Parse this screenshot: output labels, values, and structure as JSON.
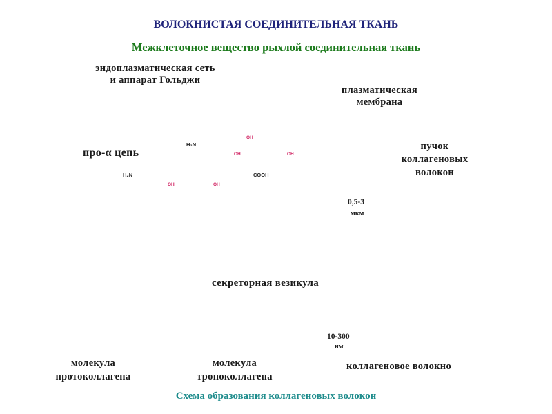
{
  "title": "ВОЛОКНИСТАЯ СОЕДИНИТЕЛЬНАЯ ТКАНЬ",
  "subtitle": "Межклеточное вещество рыхлой соединительная ткань",
  "caption": "Схема образования коллагеновых волокон",
  "labels": {
    "er_golgi_line1": "эндоплазматическая сеть",
    "er_golgi_line2": "и аппарат Гольджи",
    "plasma_membrane_line1": "плазматическая",
    "plasma_membrane_line2": "мембрана",
    "pro_alpha_chain": "про-α цепь",
    "secretory_vesicle": "секреторная везикула",
    "bundle_line1": "пучок",
    "bundle_line2": "коллагеновых",
    "bundle_line3": "волокон",
    "bundle_size_value": "0,5-3",
    "bundle_size_unit": "мкм",
    "fiber_size_value": "10-300",
    "fiber_size_unit": "нм",
    "collagen_fiber": "коллагеновое волокно",
    "procollagen_line1": "молекула",
    "procollagen_line2": "протоколлагена",
    "tropocollagen_line1": "молекула",
    "tropocollagen_line2": "тропоколлагена"
  },
  "chem": {
    "amino_terminus": "H₂N",
    "carboxyl_terminus": "COOH",
    "hydroxyl": "OH"
  },
  "colors": {
    "title": "#1f237a",
    "subtitle": "#1b7a1b",
    "caption": "#1e8c8c",
    "cytoplasm": "#a5b8ae",
    "chain_green": "#2a8a2a",
    "chain_red": "#d02060",
    "sugar_blue": "#1560e0",
    "fiber_red": "#d81a3a"
  }
}
